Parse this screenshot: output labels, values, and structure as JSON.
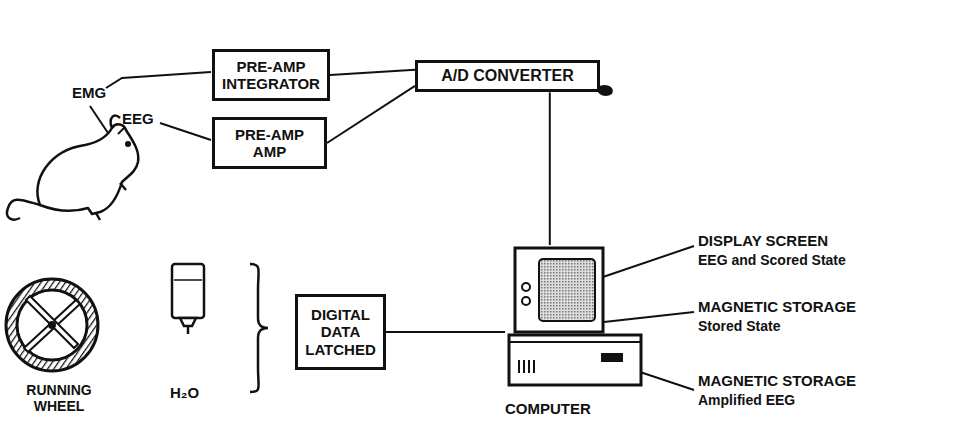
{
  "diagram": {
    "nodes": [
      {
        "text": [
          "PRE-AMP INTEGRATOR"
        ]
      },
      {
        "text": [
          "PRE-AMP AMP"
        ]
      },
      {
        "text": [
          "A/D CONVERTER"
        ]
      },
      {
        "text": [
          "DIGITAL DATA LATCHED"
        ]
      },
      {
        "text": [
          "COMPUTER"
        ]
      }
    ],
    "edges": [
      {
        "from": 0,
        "to": 2,
        "arrow": "none"
      },
      {
        "from": 1,
        "to": 2,
        "arrow": "none"
      },
      {
        "from": 2,
        "to": 4,
        "arrow": "none"
      },
      {
        "from": 3,
        "to": 4,
        "arrow": "none"
      }
    ],
    "labels": [
      "EMG",
      "EEG",
      "RUNNING WHEEL",
      "H₂O",
      "DISPLAY SCREEN",
      "EEG and Scored State",
      "MAGNETIC STORAGE",
      "Stored State",
      "MAGNETIC STORAGE",
      "Amplified EEG"
    ]
  }
}
